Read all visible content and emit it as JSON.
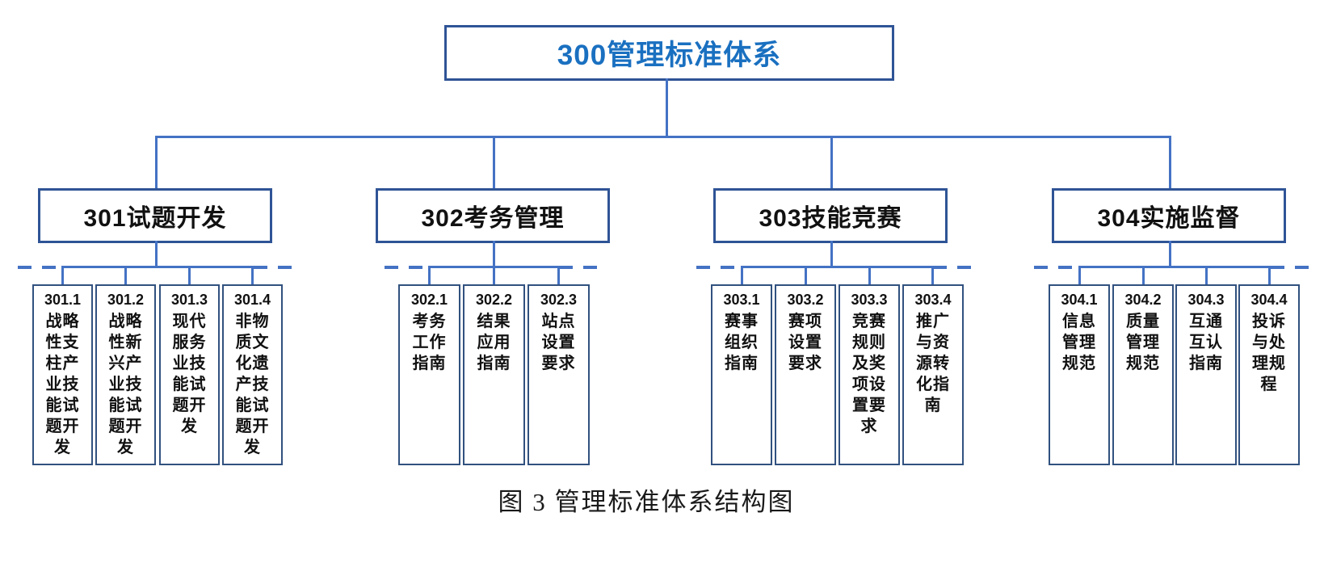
{
  "title": {
    "label": "300管理标准体系"
  },
  "caption": "图 3  管理标准体系结构图",
  "colors": {
    "connector_blue": "#4472C4",
    "box_border_navy": "#2F5496",
    "title_blue": "#1A70C0",
    "text_black": "#111111"
  },
  "groups": [
    {
      "label": "301试题开发",
      "children": [
        {
          "code": "301.1",
          "label": "战略性支柱产业技能试题开发"
        },
        {
          "code": "301.2",
          "label": "战略性新兴产业技能试题开发"
        },
        {
          "code": "301.3",
          "label": "现代服务业技能试题开发"
        },
        {
          "code": "301.4",
          "label": "非物质文化遗产技能试题开发"
        }
      ]
    },
    {
      "label": "302考务管理",
      "children": [
        {
          "code": "302.1",
          "label": "考务工作指南"
        },
        {
          "code": "302.2",
          "label": "结果应用指南"
        },
        {
          "code": "302.3",
          "label": "站点设置要求"
        }
      ]
    },
    {
      "label": "303技能竞赛",
      "children": [
        {
          "code": "303.1",
          "label": "赛事组织指南"
        },
        {
          "code": "303.2",
          "label": "赛项设置要求"
        },
        {
          "code": "303.3",
          "label": "竞赛规则及奖项设置要求"
        },
        {
          "code": "303.4",
          "label": "推广与资源转化指南"
        }
      ]
    },
    {
      "label": "304实施监督",
      "children": [
        {
          "code": "304.1",
          "label": "信息管理规范"
        },
        {
          "code": "304.2",
          "label": "质量管理规范"
        },
        {
          "code": "304.3",
          "label": "互通互认指南"
        },
        {
          "code": "304.4",
          "label": "投诉与处理规程"
        }
      ]
    }
  ]
}
